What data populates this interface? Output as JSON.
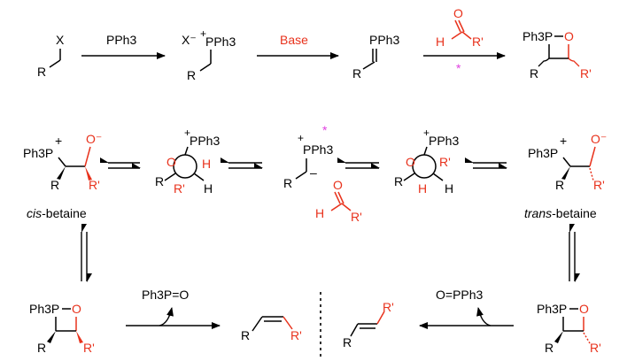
{
  "colors": {
    "black": "#000000",
    "red": "#e8321c",
    "magenta": "#e040e0"
  },
  "top": {
    "x": "X",
    "r": "R",
    "pph3": "PPh3",
    "xminus": "X⁻",
    "plus": "+",
    "pph3b": "PPh3",
    "r2": "R",
    "base": "Base",
    "ylide": "PPh3",
    "r3": "R",
    "ald_o": "O",
    "ald_h": "H",
    "ald_r": "R'",
    "star": "*",
    "ox_p": "Ph3P",
    "ox_o": "O",
    "ox_r": "R",
    "ox_rp": "R'"
  },
  "middle": {
    "cis_p": "Ph3P",
    "cis_plus": "+",
    "cis_o": "O⁻",
    "cis_r": "R",
    "cis_rp": "R'",
    "cis_label_i": "cis",
    "cis_label": "-betaine",
    "nc_plus": "+",
    "nc_p": "PPh3",
    "nc_o": "O",
    "nc_h1": "H",
    "nc_r": "R",
    "nc_rp": "R'",
    "nc_h2": "H",
    "cy_plus": "+",
    "cy_p": "PPh3",
    "cy_star": "*",
    "cy_r": "R",
    "cy_minus": "–",
    "cy_o": "O",
    "cy_h": "H",
    "cy_rp": "R'",
    "nt_plus": "+",
    "nt_p": "PPh3",
    "nt_o": "O",
    "nt_rp": "R'",
    "nt_r": "R",
    "nt_h1": "H",
    "nt_h2": "H",
    "tr_p": "Ph3P",
    "tr_plus": "+",
    "tr_o": "O⁻",
    "tr_r": "R",
    "tr_rp": "R'",
    "tr_label_i": "trans",
    "tr_label": "-betaine"
  },
  "bottom": {
    "lox_p": "Ph3P",
    "lox_o": "O",
    "lox_r": "R",
    "lox_rp": "R'",
    "lpo": "Ph3P=O",
    "zr": "R",
    "zrp": "R'",
    "er": "R",
    "erp": "R'",
    "rpo": "O=PPh3",
    "rox_p": "Ph3P",
    "rox_o": "O",
    "rox_r": "R",
    "rox_rp": "R'"
  }
}
